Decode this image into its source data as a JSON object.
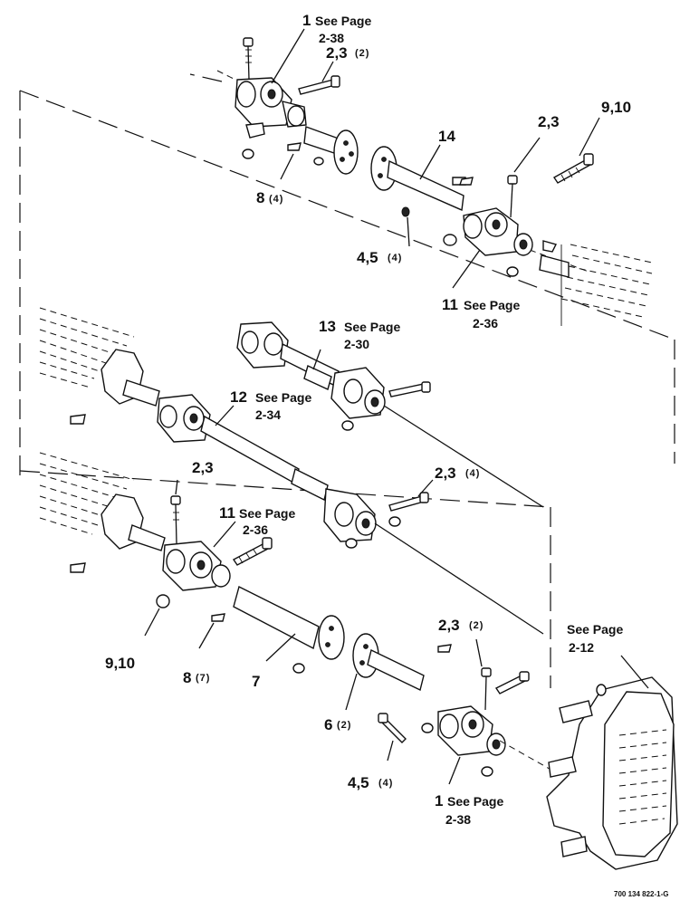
{
  "callouts": {
    "c1_top_num": "1",
    "c1_top_ref": "See Page",
    "c1_top_page": "2-38",
    "c23_top_num": "2,3",
    "c23_top_qty": "(2)",
    "c8_top_num": "8",
    "c8_top_qty": "(4)",
    "c14": "14",
    "c23_right": "2,3",
    "c910_top": "9,10",
    "c45_top_num": "4,5",
    "c45_top_qty": "(4)",
    "c11_top_num": "11",
    "c11_top_ref": "See Page",
    "c11_top_page": "2-36",
    "c13_num": "13",
    "c13_ref": "See Page",
    "c13_page": "2-30",
    "c12_num": "12",
    "c12_ref": "See Page",
    "c12_page": "2-34",
    "c23_mid_num": "2,3",
    "c23_mid_qty": "(4)",
    "c23_left": "2,3",
    "c11_mid_num": "11",
    "c11_mid_ref": "See Page",
    "c11_mid_page": "2-36",
    "c910_bottom": "9,10",
    "c8_bottom_num": "8",
    "c8_bottom_qty": "(7)",
    "c7": "7",
    "c23_bottom_num": "2,3",
    "c23_bottom_qty": "(2)",
    "gearbox_ref": "See Page",
    "gearbox_page": "2-12",
    "c6_num": "6",
    "c6_qty": "(2)",
    "c45_bottom_num": "4,5",
    "c45_bottom_qty": "(4)",
    "c1_bottom_num": "1",
    "c1_bottom_ref": "See Page",
    "c1_bottom_page": "2-38"
  },
  "drawing_code": "700 134 822-1-G"
}
